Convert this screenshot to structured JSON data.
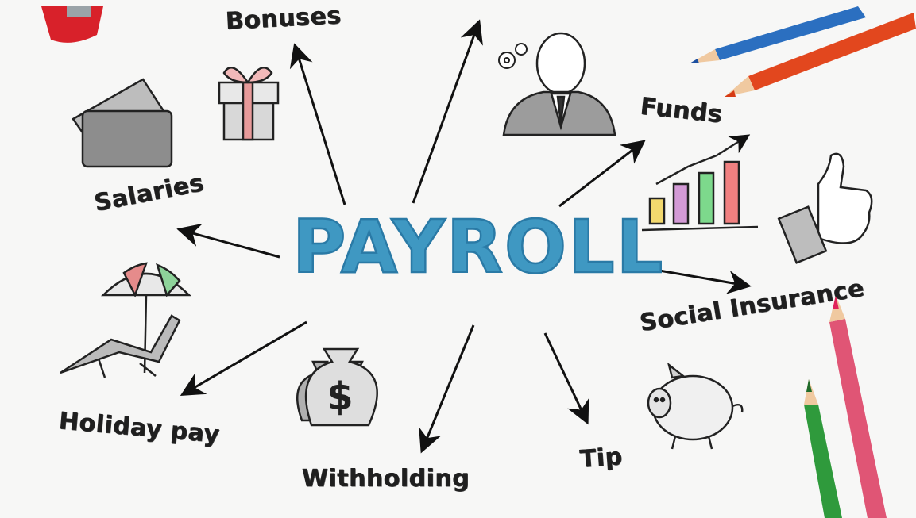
{
  "title": "PAYROLL",
  "labels": {
    "bonuses": "Bonuses",
    "funds": "Funds",
    "salaries": "Salaries",
    "social_insurance": "Social Insurance",
    "holiday_pay": "Holiday pay",
    "withholding": "Withholding",
    "tip": "Tip"
  },
  "colors": {
    "title": "#3f98c2",
    "ink": "#1f1f1f",
    "background": "#f7f7f6"
  },
  "icons": [
    "money-cards-icon",
    "gift-box-icon",
    "businessman-icon",
    "gears-icon",
    "bar-chart-icon",
    "thumbs-up-icon",
    "beach-umbrella-icon",
    "money-bags-icon",
    "piggy-bank-icon"
  ]
}
